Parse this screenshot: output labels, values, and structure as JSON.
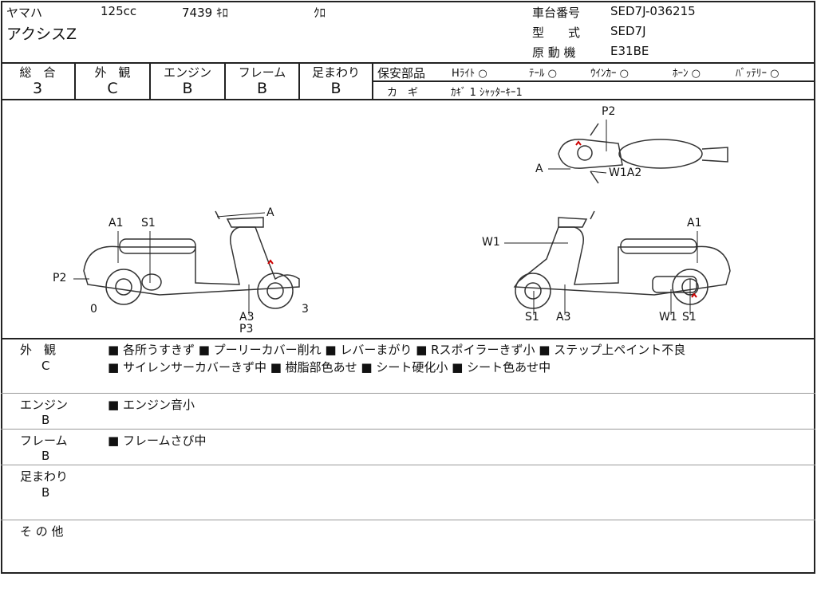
{
  "header": {
    "maker": "ヤマハ",
    "displacement": "125cc",
    "mileage": "7439 ｷﾛ",
    "color": "ｸﾛ",
    "model_name": "アクシスZ",
    "frame_no_label": "車台番号",
    "frame_no": "SED7J-036215",
    "type_label": "型　　式",
    "type": "SED7J",
    "engine_label": "原 動 機",
    "engine": "E31BE"
  },
  "grades": [
    {
      "label": "総　合",
      "value": "3"
    },
    {
      "label": "外　観",
      "value": "C"
    },
    {
      "label": "エンジン",
      "value": "B"
    },
    {
      "label": "フレーム",
      "value": "B"
    },
    {
      "label": "足まわり",
      "value": "B"
    }
  ],
  "safety": {
    "label": "保安部品",
    "items": [
      "Hﾗｲﾄ ○",
      "ﾃｰﾙ ○",
      "ｳｲﾝｶｰ ○",
      "ﾎｰﾝ ○",
      "ﾊﾞｯﾃﾘｰ ○"
    ],
    "key_label": "カ　ギ",
    "key_value": "ｶｷﾞ 1 ｼｬｯﾀｰｷｰ1"
  },
  "diagram": {
    "left": [
      "A1",
      "S1",
      "A",
      "P2",
      "0",
      "3",
      "A3",
      "P3"
    ],
    "right": [
      "W1",
      "A1",
      "S1",
      "A3",
      "W1",
      "S1"
    ],
    "top": [
      "P2",
      "A",
      "W1A2"
    ]
  },
  "notes": [
    {
      "label": "外　観",
      "grade": "C",
      "lines": [
        "■ 各所うすきず ■ プーリーカバー削れ ■ レバーまがり ■ Rスポイラーきず小 ■ ステップ上ペイント不良",
        "■ サイレンサーカバーきず中 ■ 樹脂部色あせ ■ シート硬化小 ■ シート色あせ中"
      ]
    },
    {
      "label": "エンジン",
      "grade": "B",
      "lines": [
        "■ エンジン音小"
      ]
    },
    {
      "label": "フレーム",
      "grade": "B",
      "lines": [
        "■ フレームさび中"
      ]
    },
    {
      "label": "足まわり",
      "grade": "B",
      "lines": []
    },
    {
      "label": "そ の 他",
      "grade": "",
      "lines": []
    }
  ]
}
